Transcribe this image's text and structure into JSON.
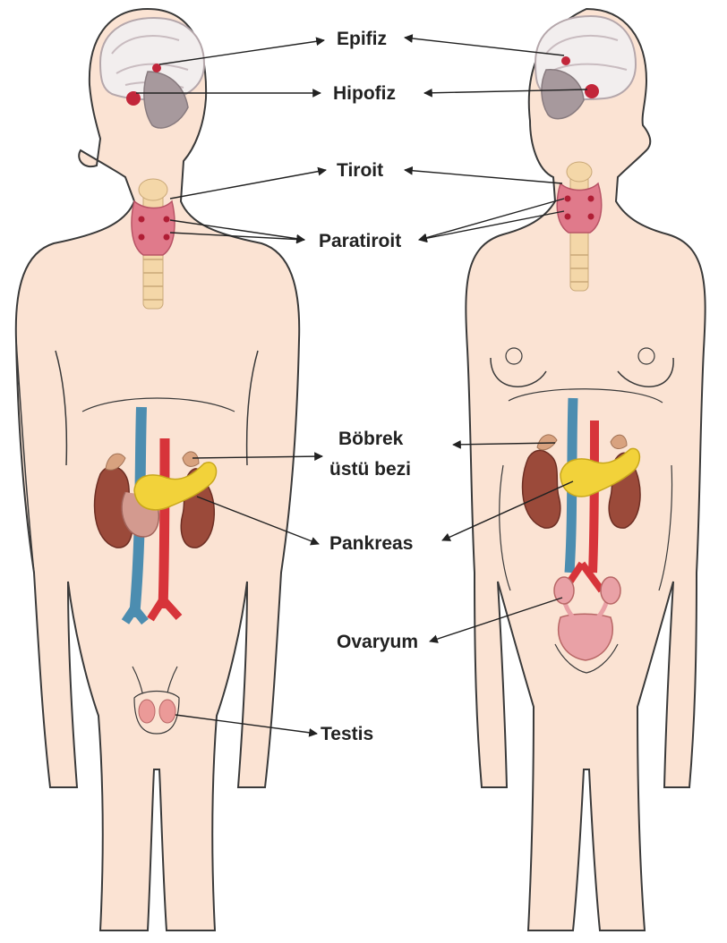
{
  "labels": {
    "epifiz": "Epifiz",
    "hipofiz": "Hipofiz",
    "tiroit": "Tiroit",
    "paratiroit": "Paratiroit",
    "bobrek_line1": "Böbrek",
    "bobrek_line2": "üstü bezi",
    "pankreas": "Pankreas",
    "ovaryum": "Ovaryum",
    "testis": "Testis"
  },
  "colors": {
    "skin": "#fbe3d3",
    "outline": "#3a3a3a",
    "brain": "#f2eeee",
    "gland": "#c2263a",
    "thyroid": "#e07a8b",
    "trachea": "#f4d7a8",
    "kidney": "#9b4a3a",
    "pancreas": "#f2d23a",
    "artery": "#d7343a",
    "vein": "#4c8db0",
    "uterus": "#e9a1a6"
  }
}
